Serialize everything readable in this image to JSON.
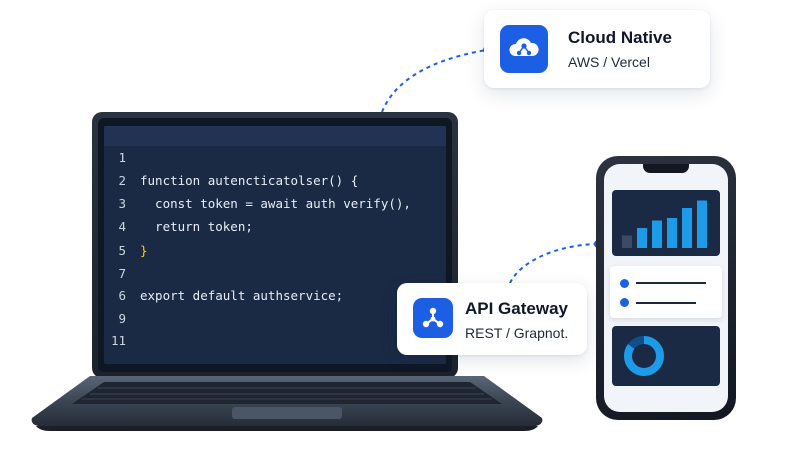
{
  "code_editor": {
    "lines": [
      {
        "number": "1",
        "text": ""
      },
      {
        "number": "2",
        "text": "function autencticatolser() {"
      },
      {
        "number": "3",
        "text": "  const token = await auth verify(),"
      },
      {
        "number": "4",
        "text": "  return token;"
      },
      {
        "number": "5",
        "text": "}"
      },
      {
        "number": "7",
        "text": ""
      },
      {
        "number": "6",
        "text": "export default authservice;"
      },
      {
        "number": "9",
        "text": ""
      },
      {
        "number": "11",
        "text": ""
      }
    ]
  },
  "cloud_card": {
    "title": "Cloud Native",
    "subtitle": "AWS / Vercel",
    "icon": "cloud-icon"
  },
  "api_card": {
    "title": "API Gateway",
    "subtitle": "REST / Grapnot.",
    "icon": "network-hub-icon"
  },
  "colors": {
    "accent": "#1d5fe4",
    "editor_bg": "#1b2a44",
    "chart_bar": "#1e9be8"
  },
  "phone": {
    "bar_chart_levels": [
      0.25,
      0.4,
      0.55,
      0.6,
      0.8,
      0.95
    ],
    "list_items": 2,
    "donut_fill": 0.85
  }
}
